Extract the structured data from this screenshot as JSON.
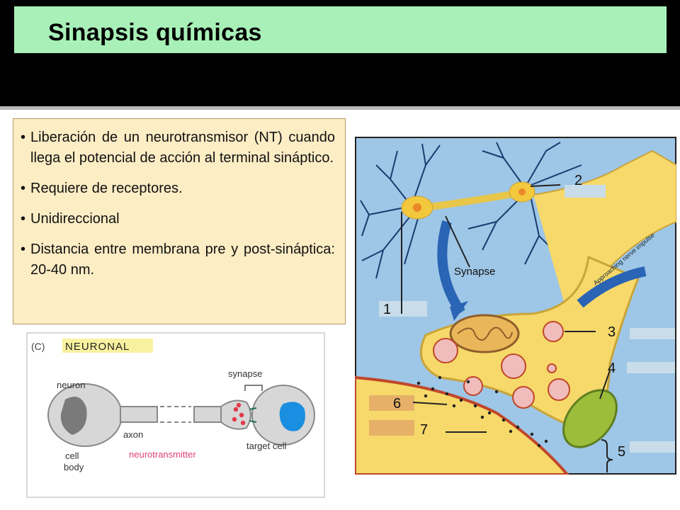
{
  "slide": {
    "title": "Sinapsis químicas",
    "colors": {
      "title_bg": "#a8f0b8",
      "band": "#000000",
      "text_box_bg": "#fdedc5"
    },
    "bullets": [
      "Liberación de un neurotransmisor (NT) cuando llega el potencial de acción al terminal sináptico.",
      "Requiere de receptores.",
      "Unidireccional",
      "Distancia entre membrana pre y post-sináptica: 20-40 nm."
    ]
  },
  "figure_neuronal": {
    "panel": "(C)",
    "heading": "NEURONAL",
    "labels": {
      "neuron": "neuron",
      "synapse": "synapse",
      "axon": "axon",
      "cell": "cell",
      "body": "body",
      "neurotransmitter": "neurotransmitter",
      "target_cell": "target cell"
    }
  },
  "figure_synapse": {
    "label_synapse": "Synapse",
    "impulse": "Approaching nerve impulse",
    "numbers": [
      "1",
      "2",
      "3",
      "4",
      "5",
      "6",
      "7"
    ]
  }
}
